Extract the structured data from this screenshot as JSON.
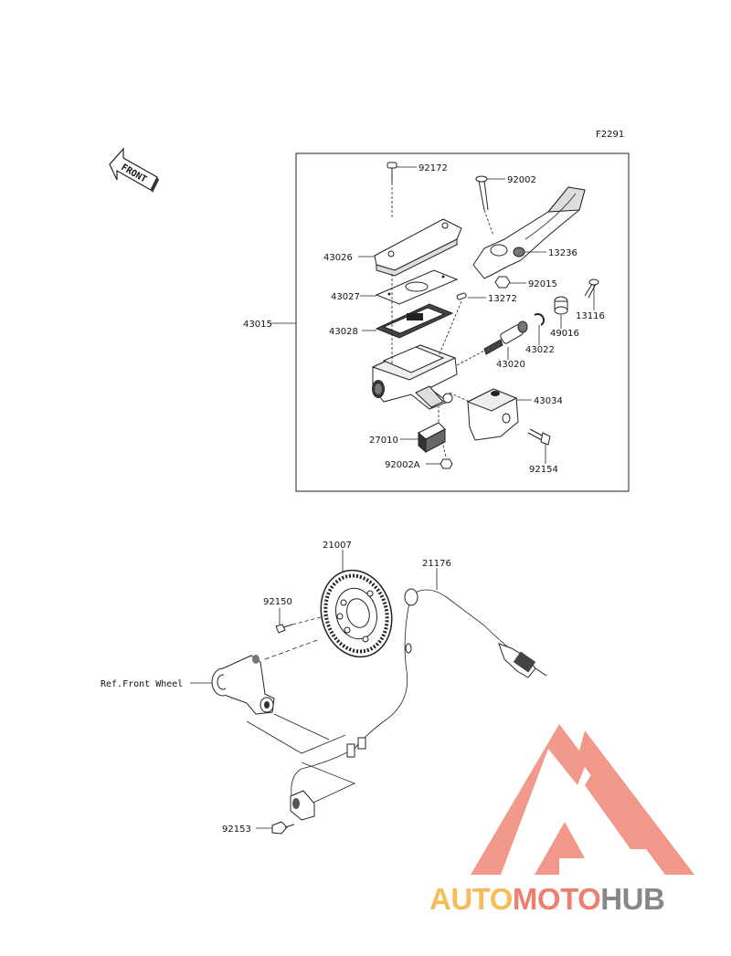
{
  "diagram_code": "F2291",
  "front_arrow_text": "FRONT",
  "reference_label": "Ref.Front Wheel",
  "parts": {
    "p92172": "92172",
    "p92002": "92002",
    "p43026": "43026",
    "p13236": "13236",
    "p92015": "92015",
    "p43027": "43027",
    "p13272": "13272",
    "p13116": "13116",
    "p43015": "43015",
    "p43028": "43028",
    "p49016": "49016",
    "p43022": "43022",
    "p43020": "43020",
    "p43034": "43034",
    "p27010": "27010",
    "p92002A": "92002A",
    "p92154": "92154",
    "p21007": "21007",
    "p21176": "21176",
    "p92150": "92150",
    "p92153": "92153"
  },
  "watermark": {
    "part1": "AUTO",
    "part2": "MOTO",
    "part3": "HUB",
    "color_orange": "#f5a623",
    "color_red": "#e8553f",
    "color_grey": "#5f5f5f"
  }
}
